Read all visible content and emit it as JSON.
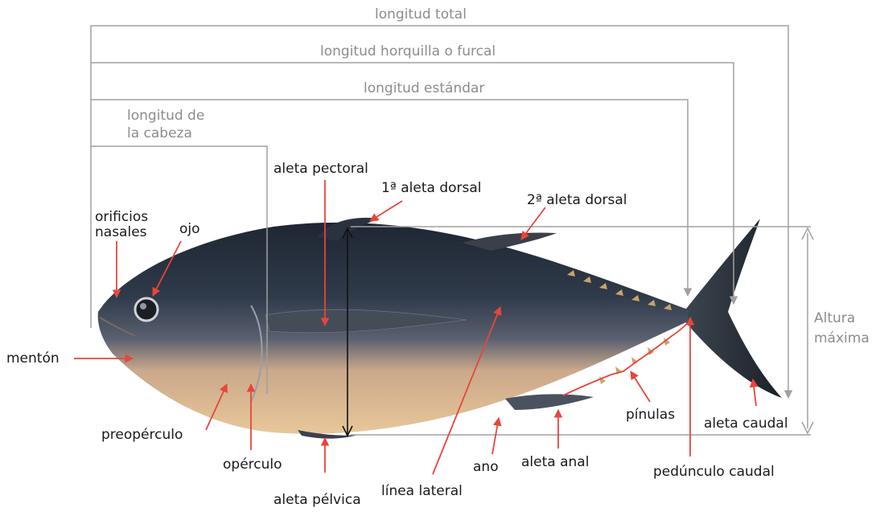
{
  "measures": {
    "total_length": "longitud total",
    "fork_length": "longitud horquilla o furcal",
    "standard_length": "longitud estándar",
    "head_length_line1": "longitud de",
    "head_length_line2": "la cabeza",
    "max_height_line1": "Altura",
    "max_height_line2": "máxima"
  },
  "parts": {
    "pectoral_fin": "aleta pectoral",
    "first_dorsal": "1ª aleta dorsal",
    "second_dorsal": "2ª aleta dorsal",
    "nostrils_line1": "orificios",
    "nostrils_line2": "nasales",
    "eye": "ojo",
    "chin": "mentón",
    "preopercle": "preopérculo",
    "opercle": "opérculo",
    "pelvic_fin": "aleta pélvica",
    "lateral_line": "línea lateral",
    "anus": "ano",
    "anal_fin": "aleta anal",
    "finlets": "pínulas",
    "caudal_peduncle": "pedúnculo caudal",
    "caudal_fin": "aleta caudal"
  },
  "colors": {
    "pointer": "#e8453c",
    "measure_line": "#a0a0a0",
    "body_dark": "#2b3340",
    "belly": "#d9b48c"
  }
}
